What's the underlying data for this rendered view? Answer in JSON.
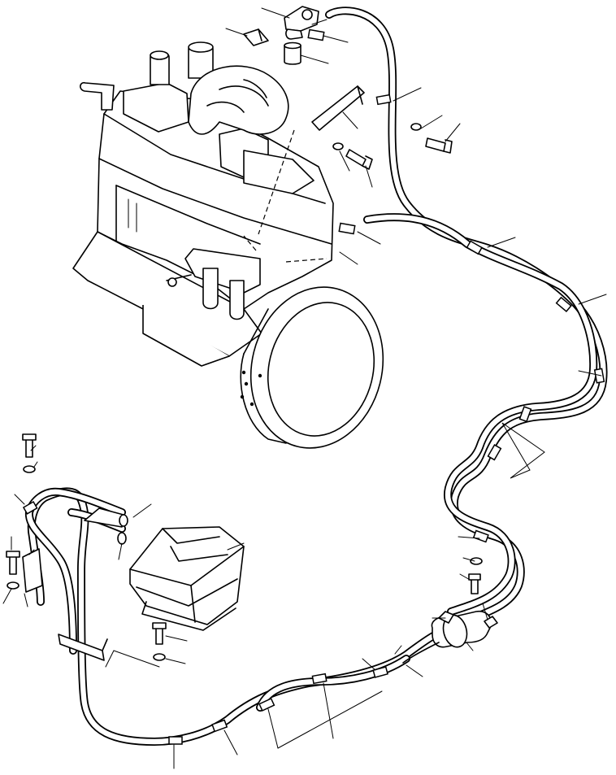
{
  "diagram": {
    "kind": "exploded parts illustration",
    "components": [
      "engine",
      "flywheel-housing",
      "fuel-tank",
      "fuel-filter",
      "fuel-line",
      "hose-clamps",
      "bolts",
      "washers",
      "sensor-fitting",
      "brackets"
    ],
    "callout_count": 38
  }
}
